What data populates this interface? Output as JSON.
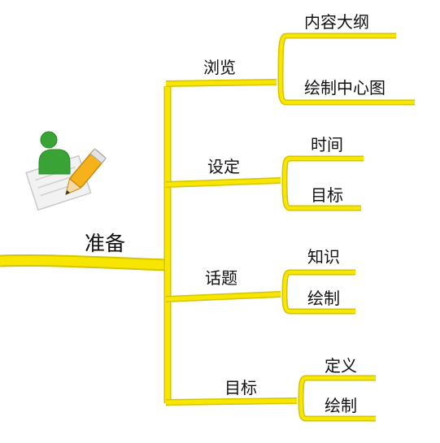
{
  "mindmap": {
    "root": "准备",
    "branches": [
      {
        "label": "浏览",
        "children": [
          "内容大纲",
          "绘制中心图"
        ]
      },
      {
        "label": "设定",
        "children": [
          "时间",
          "目标"
        ]
      },
      {
        "label": "话题",
        "children": [
          "知识",
          "绘制"
        ]
      },
      {
        "label": "目标",
        "children": [
          "定义",
          "绘制"
        ]
      }
    ]
  },
  "colors": {
    "branch_line": "#f7e600",
    "branch_outline": "#d6c400",
    "icon_person": "#3aa335",
    "icon_pencil": "#f5b21b"
  },
  "icons": [
    "person-with-pencil-icon"
  ]
}
